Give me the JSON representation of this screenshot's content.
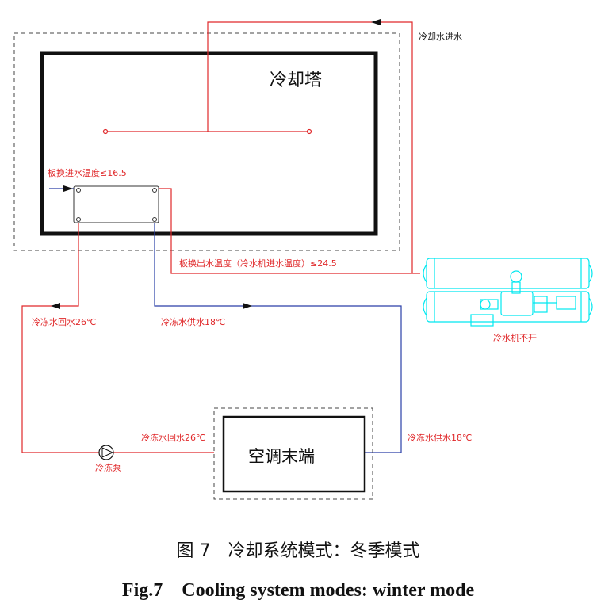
{
  "labels": {
    "cooling_tower": "冷却塔",
    "cooling_water_in": "冷却水进水",
    "hx_inlet_temp": "板换进水温度≤16.5",
    "hx_outlet_temp": "板换出水温度（冷水机进水温度）≤24.5",
    "chiller_off": "冷水机不开",
    "chilled_return_upper": "冷冻水回水26℃",
    "chilled_supply_upper": "冷冻水供水18℃",
    "chilled_return_lower": "冷冻水回水26℃",
    "chilled_supply_lower": "冷冻水供水18℃",
    "pump": "冷冻泵",
    "ac_terminal": "空调末端"
  },
  "caption": {
    "cn": "图 7　冷却系统模式：冬季模式",
    "en": "Fig.7　Cooling system modes: winter mode"
  },
  "colors": {
    "red_line": "#e0282a",
    "blue_line": "#2a3fa8",
    "chiller": "#00e8f0",
    "dark": "#111111",
    "dashed": "#444444"
  }
}
